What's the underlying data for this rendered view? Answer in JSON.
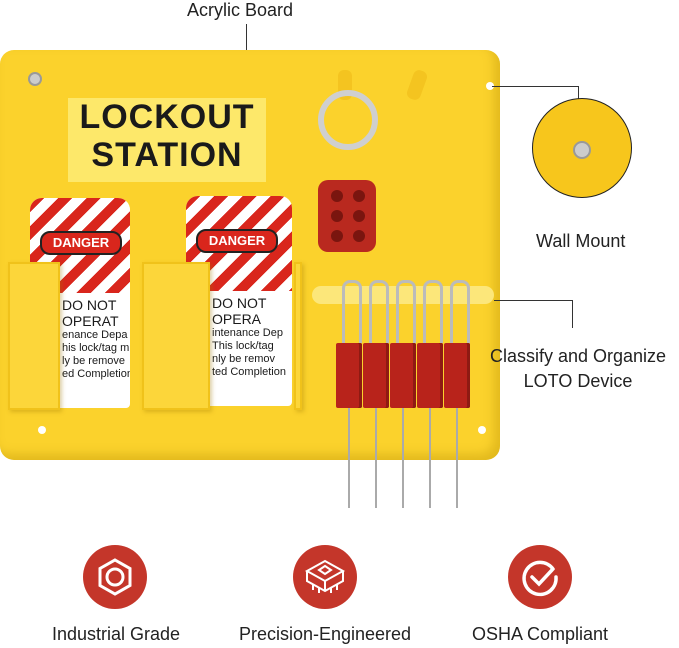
{
  "callouts": {
    "acrylic_board": "Acrylic Board",
    "wall_mount": "Wall Mount",
    "classify_line1": "Classify and Organize",
    "classify_line2": "LOTO Device"
  },
  "board": {
    "title_line1": "LOCKOUT",
    "title_line2": "STATION",
    "color": "#fbd22c"
  },
  "tags": [
    {
      "header": "DANGER",
      "line1": "DO NOT",
      "line2": "OPERAT",
      "small1": "enance Depa",
      "small2": "his lock/tag m",
      "small3": "ly be remove",
      "small4": "ed Completion"
    },
    {
      "header": "DANGER",
      "line1": "DO NOT",
      "line2": "OPERA",
      "small1": "intenance Dep",
      "small2": "This lock/tag",
      "small3": "nly be remov",
      "small4": "ted Completion"
    }
  ],
  "features": [
    {
      "label": "Industrial Grade",
      "icon": "hex-nut-icon"
    },
    {
      "label": "Precision-Engineered",
      "icon": "chip-icon"
    },
    {
      "label": "OSHA Compliant",
      "icon": "check-circle-icon"
    }
  ],
  "accent_color": "#c4362a"
}
